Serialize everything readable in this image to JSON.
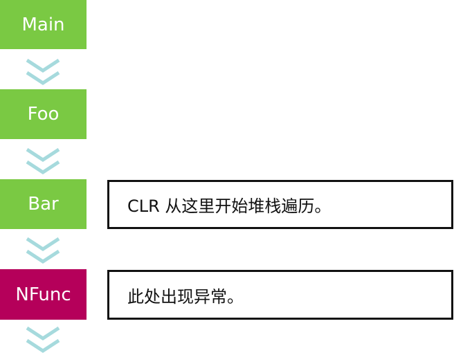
{
  "colors": {
    "call_box": "#7ac943",
    "exception_box": "#b5005a",
    "arrow": "#a6dadd",
    "text_light": "#ffffff",
    "border": "#111111"
  },
  "flow": {
    "nodes": [
      {
        "label": "Main"
      },
      {
        "label": "Foo"
      },
      {
        "label": "Bar"
      },
      {
        "label": "NFunc"
      }
    ],
    "notes": [
      {
        "text": "CLR 从这里开始堆栈遍历。"
      },
      {
        "text": "此处出现异常。"
      }
    ],
    "arrow_icon": "double-chevron-down-icon"
  }
}
